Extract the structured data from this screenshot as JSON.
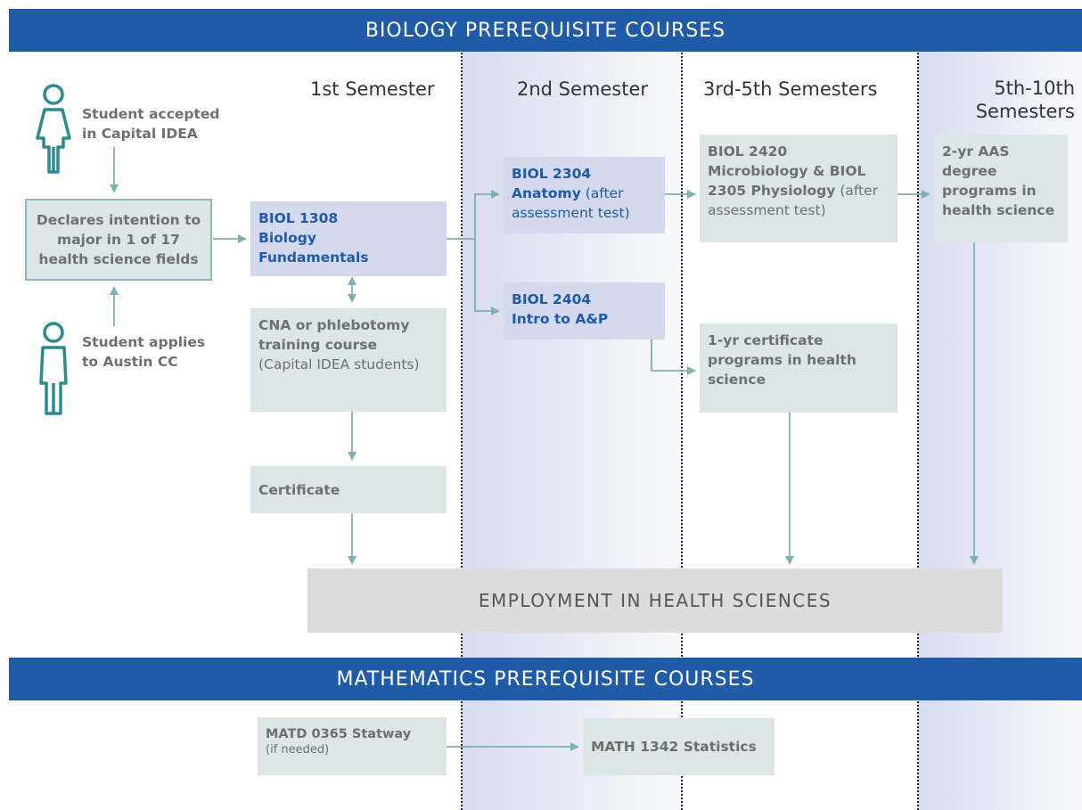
{
  "banners": {
    "biology": "BIOLOGY PREREQUISITE COURSES",
    "mathematics": "MATHEMATICS PREREQUISITE COURSES"
  },
  "semesters": {
    "first": "1st Semester",
    "second": "2nd Semester",
    "third": "3rd-5th Semesters",
    "fourth_line1": "5th-10th",
    "fourth_line2": "Semesters"
  },
  "people": {
    "accepted_line1": "Student accepted",
    "accepted_line2": "in Capital IDEA",
    "applies_line1": "Student applies",
    "applies_line2": "to Austin CC"
  },
  "declares": "Declares intention to major in 1 of 17 health science fields",
  "biol1308": {
    "code": "BIOL 1308",
    "name": "Biology Fundamentals"
  },
  "cna": {
    "text": "CNA or phlebotomy training course",
    "note": "(Capital IDEA students)"
  },
  "certificate": "Certificate",
  "biol2304": {
    "code": "BIOL 2304",
    "name": "Anatomy",
    "note": "(after assessment test)"
  },
  "biol2404": {
    "code": "BIOL 2404",
    "name": "Intro to A&P"
  },
  "biol2420": {
    "code": "BIOL 2420",
    "name": "Microbiology & BIOL 2305 Physiology",
    "note": "(after assessment test)"
  },
  "one_yr": "1-yr certificate programs in health science",
  "two_yr": "2-yr AAS degree programs in health science",
  "employment": "EMPLOYMENT IN HEALTH SCIENCES",
  "matd": {
    "name": "MATD 0365 Statway",
    "note": "(if needed)"
  },
  "math1342": "MATH 1342 Statistics",
  "colors": {
    "banner": "#1f5ba7",
    "teal": "#2a8c8f",
    "arrow": "#7fb0b3",
    "blue_box": "#d4d9ee",
    "grey_box": "#dde6e7"
  },
  "icons": [
    "person-icon",
    "person-icon"
  ]
}
